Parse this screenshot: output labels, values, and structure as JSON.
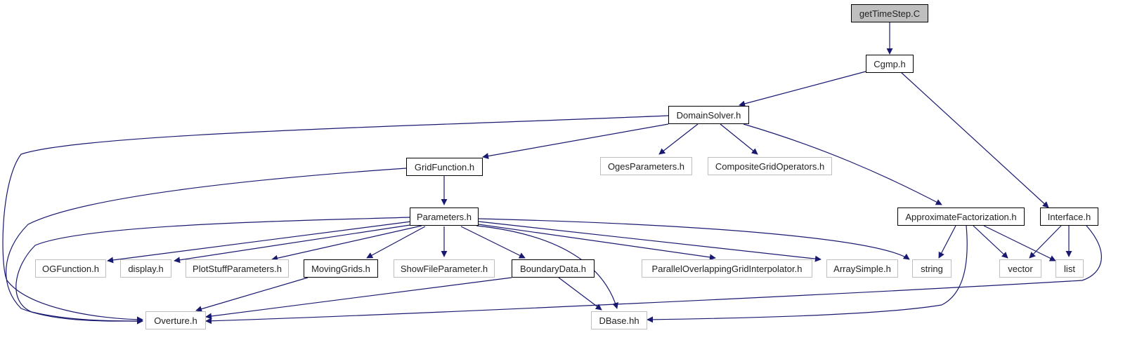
{
  "colors": {
    "edge": "#191970",
    "node_border": "#000000",
    "external_border": "#bfbfbf",
    "root_fill": "#bfbfbf"
  },
  "nodes": {
    "getTimeStep": "getTimeStep.C",
    "Cgmp": "Cgmp.h",
    "DomainSolver": "DomainSolver.h",
    "GridFunction": "GridFunction.h",
    "OgesParameters": "OgesParameters.h",
    "CompositeGridOperators": "CompositeGridOperators.h",
    "ApproximateFactorization": "ApproximateFactorization.h",
    "Interface": "Interface.h",
    "Parameters": "Parameters.h",
    "OGFunction": "OGFunction.h",
    "display": "display.h",
    "PlotStuffParameters": "PlotStuffParameters.h",
    "MovingGrids": "MovingGrids.h",
    "ShowFileParameter": "ShowFileParameter.h",
    "BoundaryData": "BoundaryData.h",
    "ParallelOverlappingGridInterpolator": "ParallelOverlappingGridInterpolator.h",
    "ArraySimple": "ArraySimple.h",
    "string": "string",
    "vector": "vector",
    "list": "list",
    "Overture": "Overture.h",
    "DBase": "DBase.hh"
  }
}
